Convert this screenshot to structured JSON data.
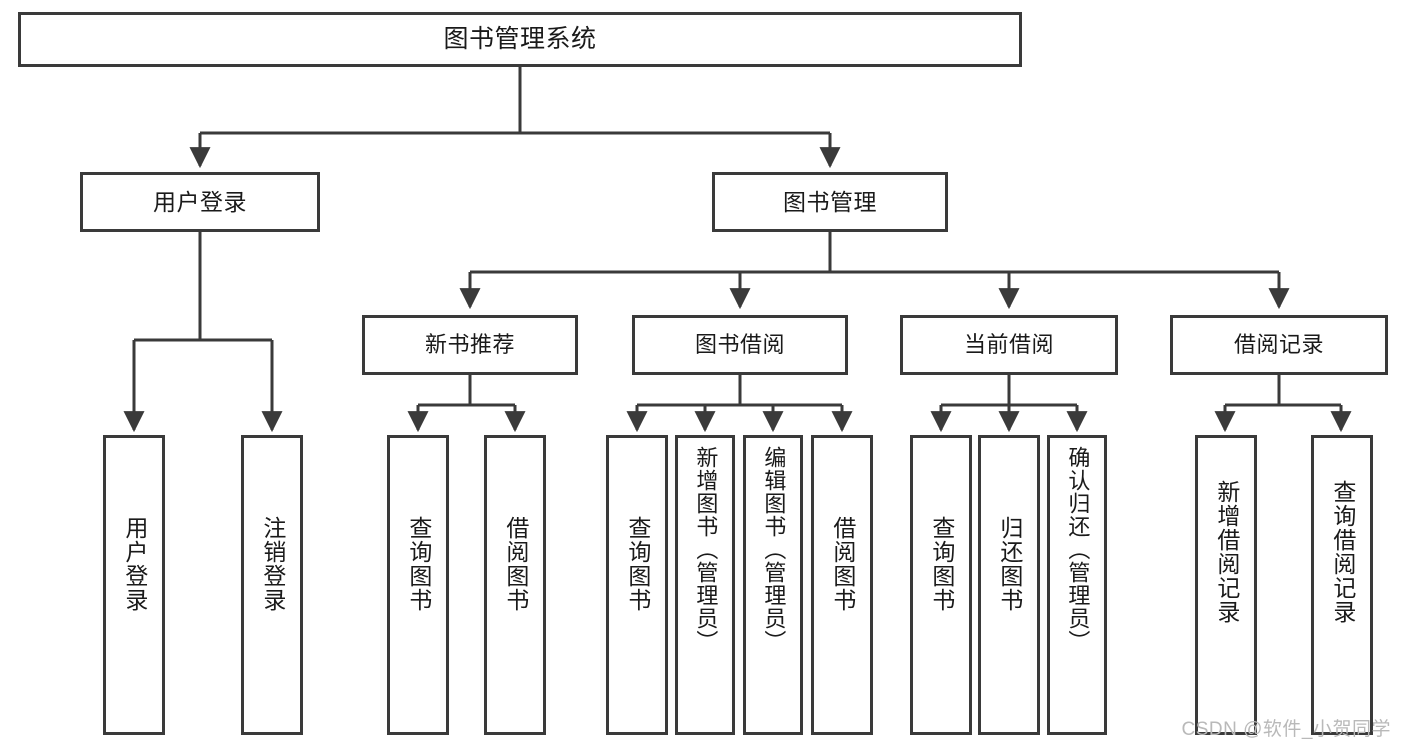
{
  "diagram": {
    "type": "tree-hierarchy",
    "title": "图书管理系统",
    "watermark": "CSDN @软件_小贺同学",
    "colors": {
      "stroke": "#3a3a3a",
      "background": "#ffffff",
      "text": "#1a1a1a",
      "watermark": "#b9b9b9"
    },
    "nodes": {
      "root": {
        "label": "图书管理系统"
      },
      "level2": [
        {
          "label": "用户登录"
        },
        {
          "label": "图书管理"
        }
      ],
      "level3": [
        {
          "label": "新书推荐"
        },
        {
          "label": "图书借阅"
        },
        {
          "label": "当前借阅"
        },
        {
          "label": "借阅记录"
        }
      ],
      "leaves": {
        "user_login": [
          {
            "label": "用户登录"
          },
          {
            "label": "注销登录"
          }
        ],
        "new_book": [
          {
            "label": "查询图书"
          },
          {
            "label": "借阅图书"
          }
        ],
        "borrow_book": [
          {
            "label": "查询图书"
          },
          {
            "label": "新增图书（管理员）"
          },
          {
            "label": "编辑图书（管理员）"
          },
          {
            "label": "借阅图书"
          }
        ],
        "current_borrow": [
          {
            "label": "查询图书"
          },
          {
            "label": "归还图书"
          },
          {
            "label": "确认归还（管理员）"
          }
        ],
        "borrow_record": [
          {
            "label": "新增借阅记录"
          },
          {
            "label": "查询借阅记录"
          }
        ]
      }
    }
  }
}
